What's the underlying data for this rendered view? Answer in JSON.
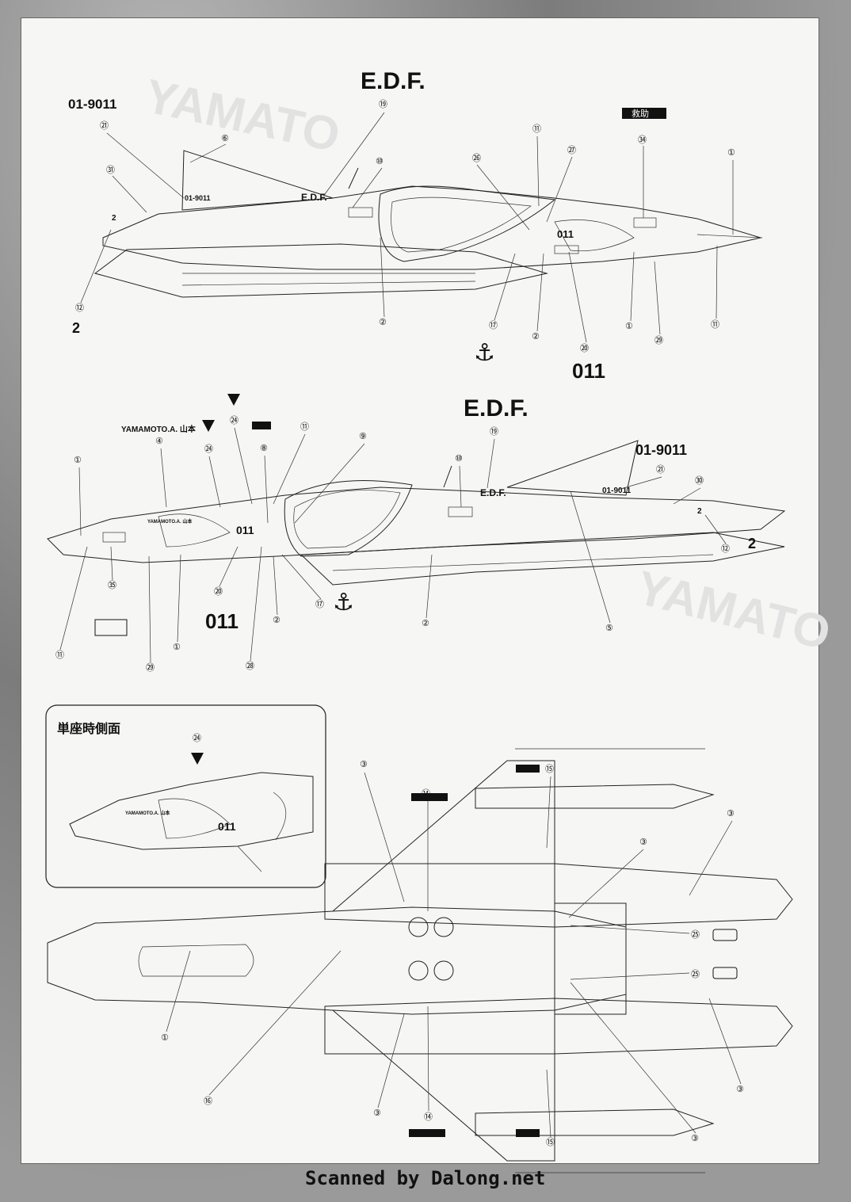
{
  "labels": {
    "edf_top": "E.D.F.",
    "reg_top": "01-9011",
    "edf_mid": "E.D.F.",
    "reg_mid": "01-9011",
    "pilot": "YAMAMOTO.A. 山本",
    "num_011_top": "011",
    "num_011_mid": "011",
    "num_2": "2",
    "yamato_ghost": "YAMATO",
    "kyujo": "救助"
  },
  "inset": {
    "title": "単座時側面"
  },
  "callouts": {
    "c1": "①",
    "c2": "②",
    "c3": "③",
    "c4": "④",
    "c5": "⑤",
    "c6": "⑥",
    "c8": "⑧",
    "c9": "⑨",
    "c10": "⑩",
    "c11": "⑪",
    "c12": "⑫",
    "c14": "⑭",
    "c15": "⑮",
    "c16": "⑯",
    "c17": "⑰",
    "c19": "⑲",
    "c20": "⑳",
    "c21": "㉑",
    "c24": "㉔",
    "c25": "㉕",
    "c26": "㉖",
    "c27": "㉗",
    "c28": "㉘",
    "c29": "㉙",
    "c30": "㉚",
    "c31": "㉛",
    "c34": "㉞",
    "c35": "㉟"
  },
  "footer": "Scanned by Dalong.net"
}
